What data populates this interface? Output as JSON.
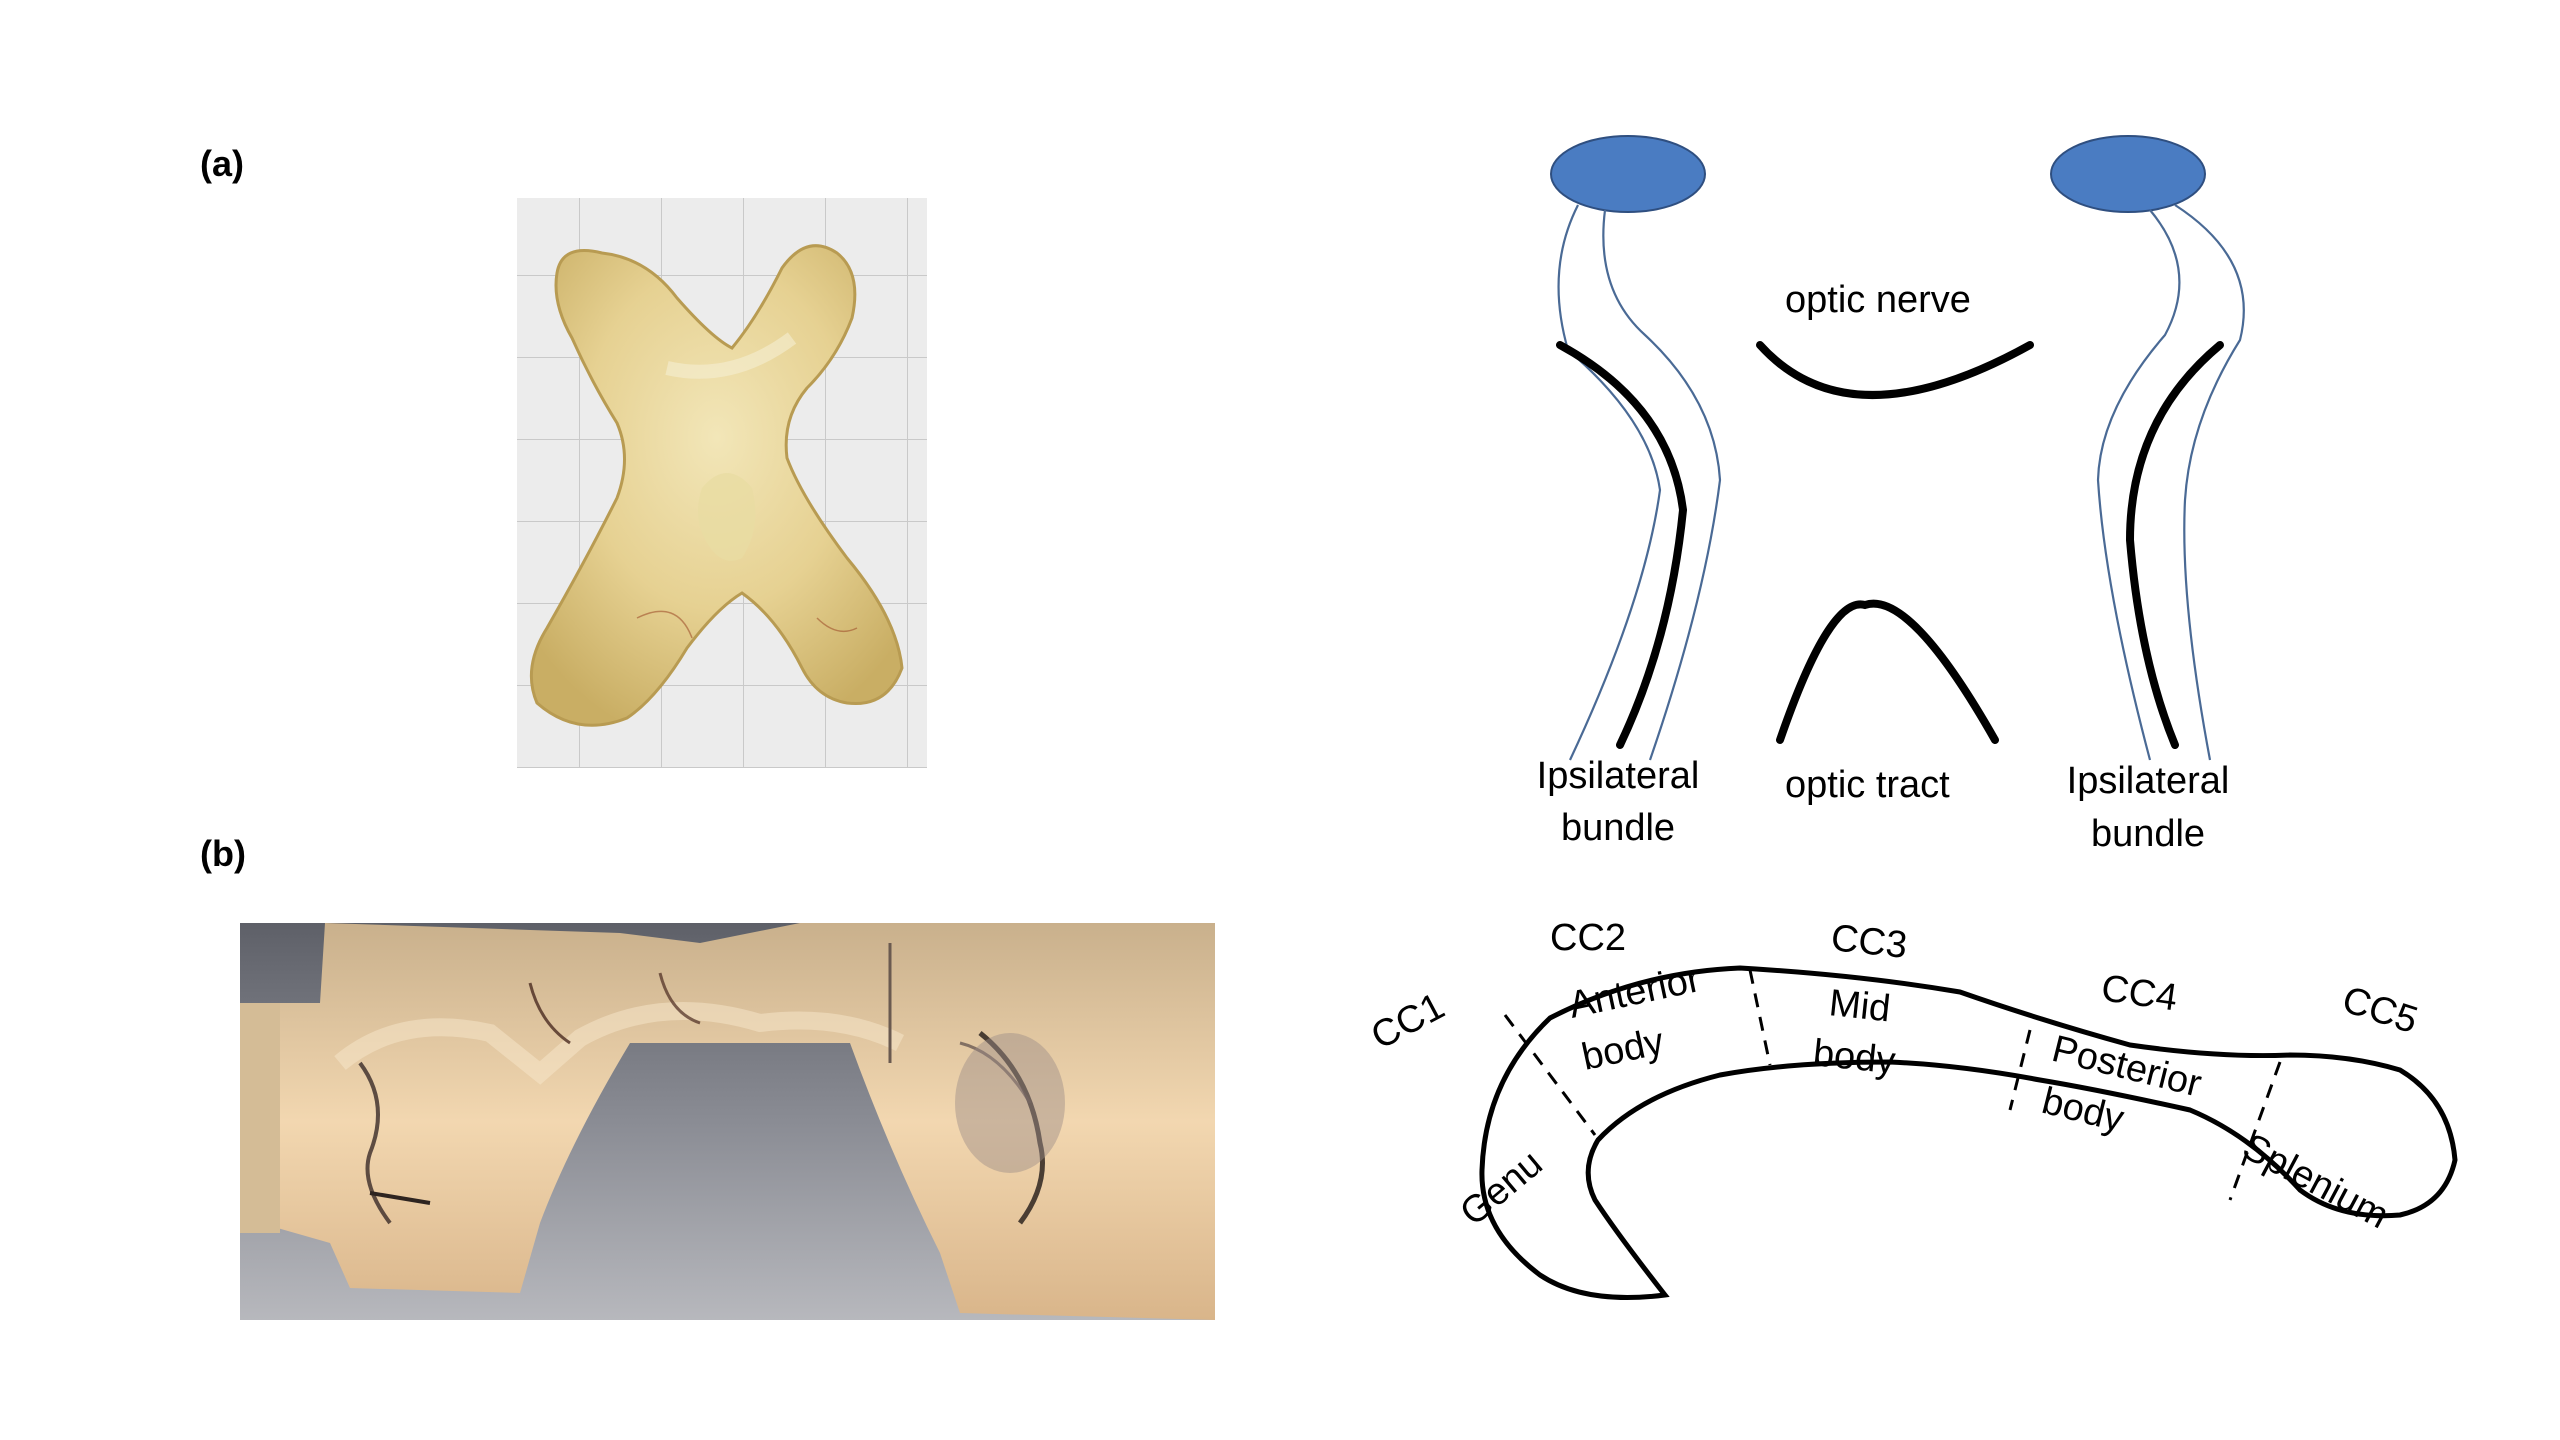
{
  "panels": {
    "a": {
      "label": "(a)"
    },
    "b": {
      "label": "(b)"
    }
  },
  "chiasm_diagram": {
    "optic_nerve": "optic nerve",
    "optic_tract": "optic tract",
    "left_bundle_line1": "Ipsilateral",
    "left_bundle_line2": "bundle",
    "right_bundle_line1": "Ipsilateral",
    "right_bundle_line2": "bundle",
    "eye_color": "#4a7cc2",
    "fiber_color": "#4a6a95"
  },
  "corpus_callosum": {
    "segments": [
      "CC1",
      "CC2",
      "CC3",
      "CC4",
      "CC5"
    ],
    "regions": {
      "genu": "Genu",
      "anterior_1": "Anterior",
      "anterior_2": "body",
      "mid_1": "Mid",
      "mid_2": "body",
      "posterior_1": "Posterior",
      "posterior_2": "body",
      "splenium": "Splenium"
    }
  }
}
